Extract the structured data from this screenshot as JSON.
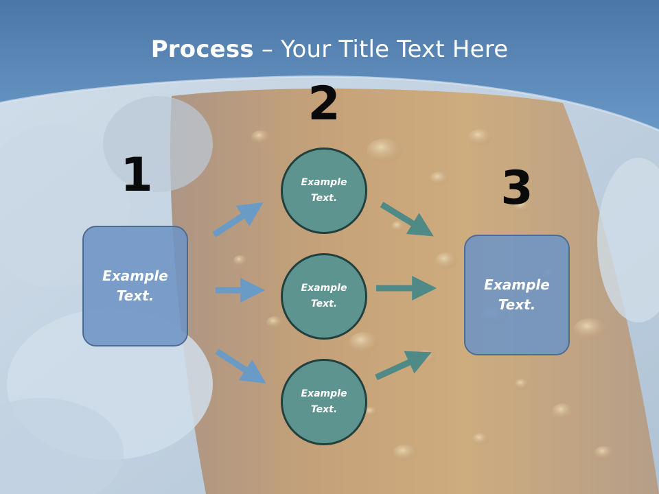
{
  "title": {
    "bold": "Process",
    "rest": " – Your Title Text Here"
  },
  "steps": {
    "one": "1",
    "two": "2",
    "three": "3"
  },
  "left_box": {
    "line1": "Example",
    "line2": "Text."
  },
  "right_box": {
    "line1": "Example",
    "line2": "Text."
  },
  "circles": [
    {
      "line1": "Example",
      "line2": "Text."
    },
    {
      "line1": "Example",
      "line2": "Text."
    },
    {
      "line1": "Example",
      "line2": "Text."
    }
  ],
  "colors": {
    "header_blue": "#5b86b4",
    "box_blue": "#6e94c4",
    "circle_teal": "#5e9490",
    "arrow_in": "#6a9ac6",
    "arrow_out": "#4f8a86"
  }
}
